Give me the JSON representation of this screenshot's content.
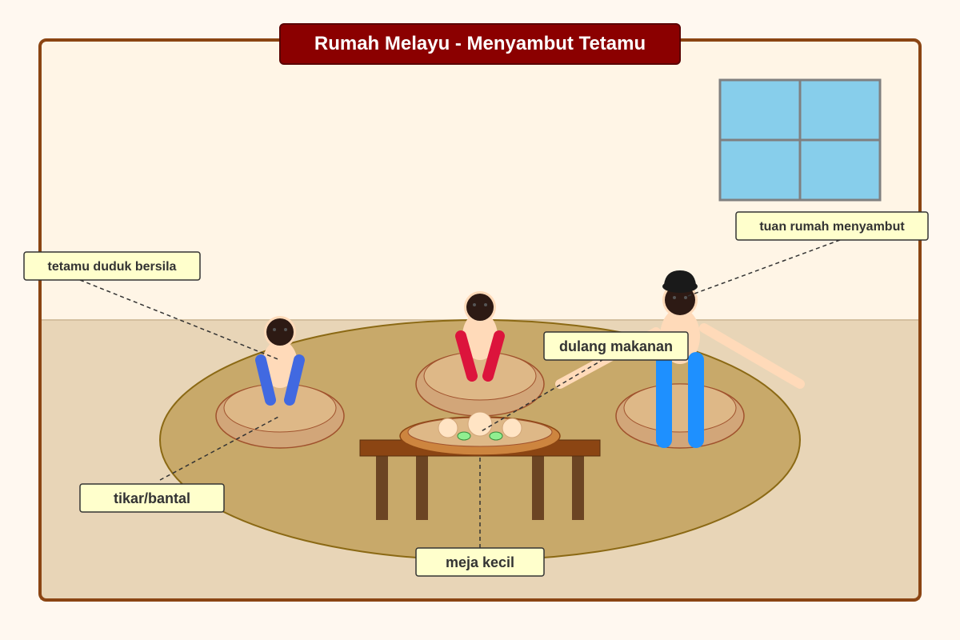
{
  "title": "Rumah Melayu - Menyambut Tetamu",
  "labels": {
    "host": "tuan rumah menyambut",
    "guest": "tetamu duduk bersila",
    "tray": "dulang makanan",
    "mat": "tikar/bantal",
    "table": "meja kecil"
  },
  "colors": {
    "wall": "#fff5e6",
    "floor": "#e8d5b7",
    "frame": "#8b4513",
    "title_bg": "#8b0000",
    "rug": "#c8a96a",
    "window_glass": "#87ceeb",
    "window_frame": "#808080",
    "label_bg": "#ffffcc",
    "cushion": "#deb887",
    "table": "#8b4513",
    "table_legs": "#6b4423",
    "tray": "#cd853f",
    "skin": "#ffdab9",
    "hair": "#2d1a14",
    "guest_left_arms": "#4169e1",
    "guest_center_arms": "#dc143c",
    "host_legs": "#1e90ff",
    "songkok": "#1a1a1a",
    "kuih_green": "#90ee90"
  }
}
